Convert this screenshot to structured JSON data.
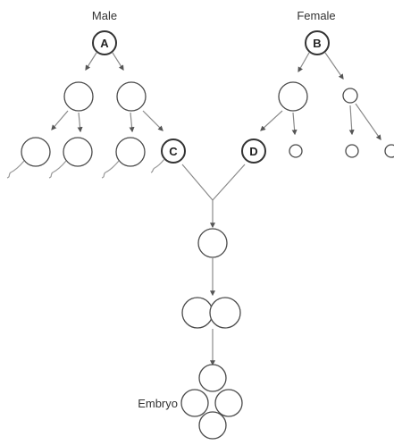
{
  "headings": {
    "male": "Male",
    "female": "Female"
  },
  "nodes": {
    "a": "A",
    "b": "B",
    "c": "C",
    "d": "D"
  },
  "embryo_label": "Embryo"
}
